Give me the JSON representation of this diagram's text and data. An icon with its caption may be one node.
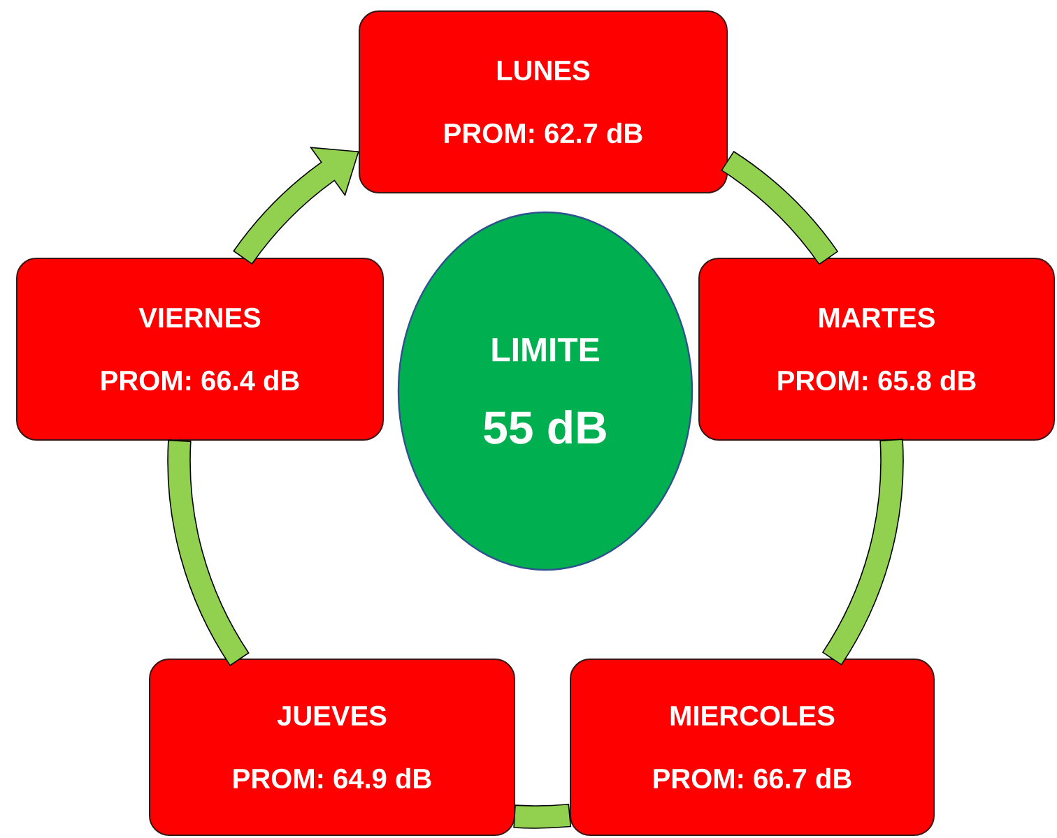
{
  "diagram": {
    "nodes": [
      {
        "text": [
          "LUNES",
          "PROM: 62.7 dB"
        ]
      },
      {
        "text": [
          "MARTES",
          "PROM: 65.8 dB"
        ]
      },
      {
        "text": [
          "MIERCOLES",
          "PROM: 66.7 dB"
        ]
      },
      {
        "text": [
          "JUEVES",
          "PROM: 64.9 dB"
        ]
      },
      {
        "text": [
          "VIERNES",
          "PROM: 66.4 dB"
        ]
      },
      {
        "text": [
          "LIMITE",
          "55 dB"
        ]
      }
    ],
    "edges": [
      {
        "from": 0,
        "to": 1,
        "arrow": "none",
        "color": "#92d050"
      },
      {
        "from": 1,
        "to": 2,
        "arrow": "none",
        "color": "#92d050"
      },
      {
        "from": 2,
        "to": 3,
        "arrow": "none",
        "color": "#92d050"
      },
      {
        "from": 3,
        "to": 4,
        "arrow": "none",
        "color": "#92d050"
      },
      {
        "from": 4,
        "to": 0,
        "arrow": "to",
        "color": "#92d050"
      }
    ]
  }
}
